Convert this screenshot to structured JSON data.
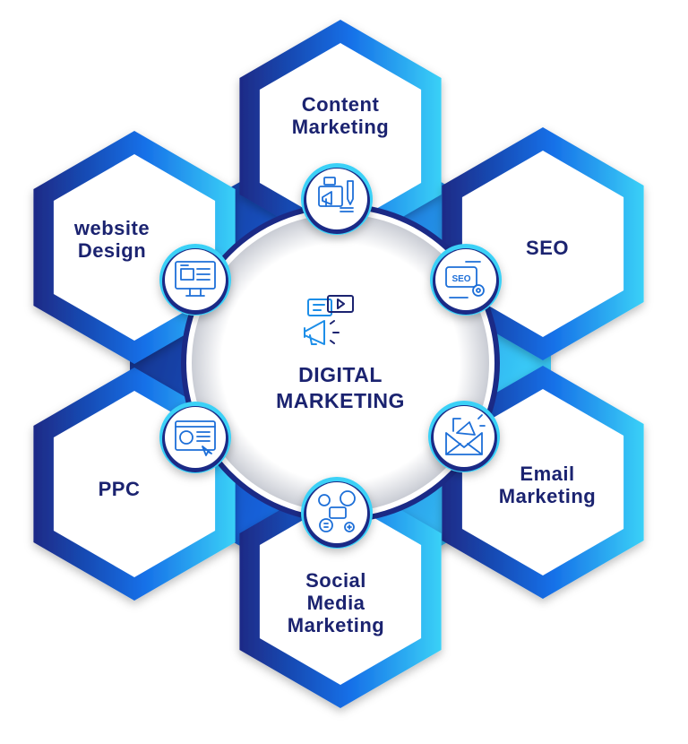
{
  "center": {
    "line1": "DIGITAL",
    "line2": "MARKETING",
    "icon": "megaphone-video-chat-icon"
  },
  "segments": [
    {
      "label_lines": [
        "Content",
        "Marketing"
      ],
      "icon": "content-marketing-icon"
    },
    {
      "label_lines": [
        "SEO"
      ],
      "icon": "seo-icon"
    },
    {
      "label_lines": [
        "Email",
        "Marketing"
      ],
      "icon": "email-marketing-icon"
    },
    {
      "label_lines": [
        "Social",
        "Media",
        "Marketing"
      ],
      "icon": "social-media-icon"
    },
    {
      "label_lines": [
        "PPC"
      ],
      "icon": "ppc-icon"
    },
    {
      "label_lines": [
        "website",
        "Design"
      ],
      "icon": "website-design-icon"
    }
  ],
  "colors": {
    "navy": "#1b2370",
    "dark_blue": "#1f3a9c",
    "mid_blue": "#1a7ff0",
    "light_blue": "#3ad1f7"
  }
}
